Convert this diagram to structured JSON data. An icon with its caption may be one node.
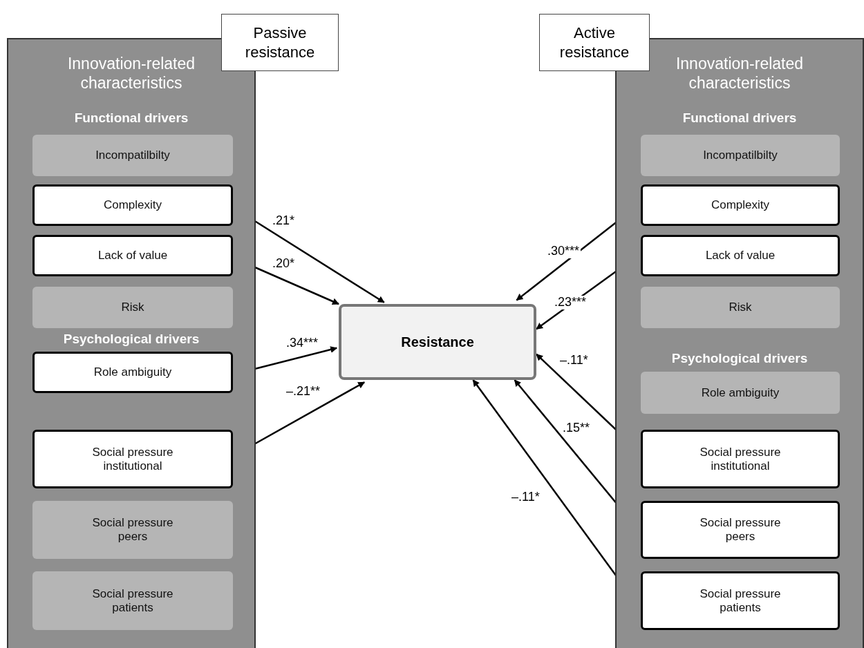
{
  "diagram": {
    "nodes": [
      {
        "text": [
          "Passive resistance"
        ]
      },
      {
        "text": [
          "Active resistance"
        ]
      },
      {
        "text": [
          "Innovation-related characteristics",
          "Functional drivers",
          "Psychological drivers"
        ]
      },
      {
        "text": [
          "Incompatilbilty"
        ],
        "in": 2
      },
      {
        "text": [
          "Complexity"
        ],
        "in": 2
      },
      {
        "text": [
          "Lack of value"
        ],
        "in": 2
      },
      {
        "text": [
          "Risk"
        ],
        "in": 2
      },
      {
        "text": [
          "Role ambiguity"
        ],
        "in": 2
      },
      {
        "text": [
          "Social pressure institutional"
        ],
        "in": 2
      },
      {
        "text": [
          "Social pressure peers"
        ],
        "in": 2
      },
      {
        "text": [
          "Social pressure patients"
        ],
        "in": 2
      },
      {
        "text": [
          "Resistance"
        ]
      },
      {
        "text": [
          "Innovation-related characteristics",
          "Functional drivers",
          "Psychological drivers"
        ]
      },
      {
        "text": [
          "Incompatilbilty"
        ],
        "in": 12
      },
      {
        "text": [
          "Complexity"
        ],
        "in": 12
      },
      {
        "text": [
          "Lack of value"
        ],
        "in": 12
      },
      {
        "text": [
          "Risk"
        ],
        "in": 12
      },
      {
        "text": [
          "Role ambiguity"
        ],
        "in": 12
      },
      {
        "text": [
          "Social pressure institutional"
        ],
        "in": 12
      },
      {
        "text": [
          "Social pressure peers"
        ],
        "in": 12
      },
      {
        "text": [
          "Social pressure patients"
        ],
        "in": 12
      }
    ],
    "edges": [
      {
        "from": 4,
        "to": 11,
        "arrow": "to",
        "label": ".21*"
      },
      {
        "from": 5,
        "to": 11,
        "arrow": "to",
        "label": ".20*"
      },
      {
        "from": 7,
        "to": 11,
        "arrow": "to",
        "label": ".34***"
      },
      {
        "from": 8,
        "to": 11,
        "arrow": "to",
        "label": "–.21**"
      },
      {
        "from": 14,
        "to": 11,
        "arrow": "to",
        "label": ".30***"
      },
      {
        "from": 15,
        "to": 11,
        "arrow": "to",
        "label": ".23***"
      },
      {
        "from": 18,
        "to": 11,
        "arrow": "to",
        "label": "–.11*"
      },
      {
        "from": 19,
        "to": 11,
        "arrow": "to",
        "label": ".15**"
      },
      {
        "from": 20,
        "to": 11,
        "arrow": "to",
        "label": "–.11*"
      }
    ]
  }
}
